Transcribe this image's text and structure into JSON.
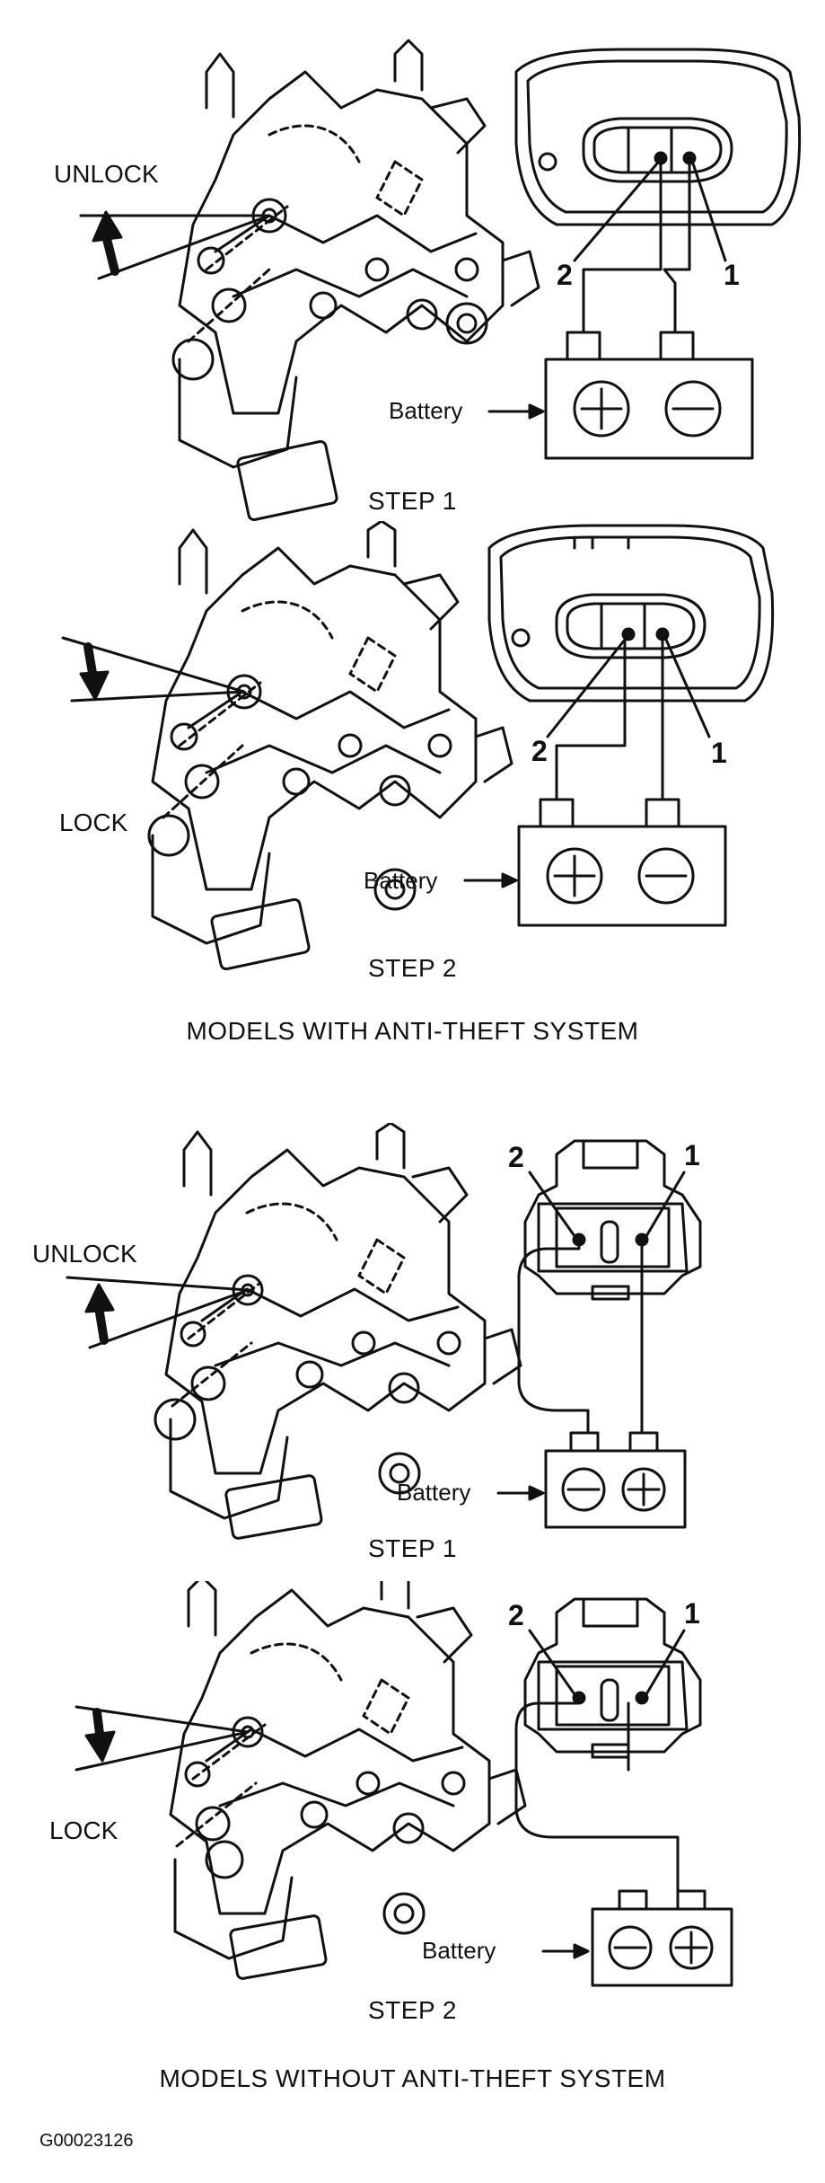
{
  "section_with": {
    "title": "MODELS WITH ANTI-THEFT SYSTEM",
    "step1": {
      "label": "STEP 1",
      "direction": "UNLOCK",
      "pin_left": "2",
      "pin_right": "1",
      "battery": "Battery",
      "terminal_left": "+",
      "terminal_right": "−"
    },
    "step2": {
      "label": "STEP 2",
      "direction": "LOCK",
      "pin_left": "2",
      "pin_right": "1",
      "battery": "Battery",
      "terminal_left": "+",
      "terminal_right": "−"
    }
  },
  "section_without": {
    "title": "MODELS WITHOUT ANTI-THEFT SYSTEM",
    "step1": {
      "label": "STEP 1",
      "direction": "UNLOCK",
      "pin_left": "2",
      "pin_right": "1",
      "battery": "Battery",
      "terminal_left": "−",
      "terminal_right": "+"
    },
    "step2": {
      "label": "STEP 2",
      "direction": "LOCK",
      "pin_left": "2",
      "pin_right": "1",
      "battery": "Battery",
      "terminal_left": "−",
      "terminal_right": "+"
    }
  },
  "figure_id": "G00023126"
}
